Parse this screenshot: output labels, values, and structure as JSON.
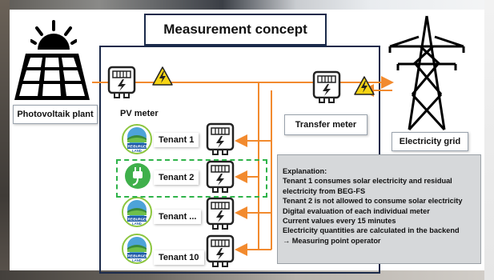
{
  "title": "Measurement concept",
  "labels": {
    "pv_plant": "Photovoltaik plant",
    "pv_meter": "PV meter",
    "transfer_meter": "Transfer meter",
    "grid": "Electricity grid"
  },
  "tenants": [
    {
      "label": "Tenant 1"
    },
    {
      "label": "Tenant 2"
    },
    {
      "label": "Tenant ..."
    },
    {
      "label": "Tenant 10"
    }
  ],
  "logo_text": {
    "top": "FREIBURGER",
    "bottom": "LAND"
  },
  "explanation": {
    "heading": "Explanation:",
    "lines": [
      "Tenant 1 consumes solar electricity and residual",
      "electricity from BEG-FS",
      "Tenant 2 is not allowed to consume solar electricity",
      "Digital evaluation of each individual meter",
      "Current values every 15 minutes",
      "Electricity quantities are calculated in the backend",
      "→ Measuring point operator"
    ]
  },
  "colors": {
    "frame": "#1b2a4a",
    "flow": "#f28a2e",
    "highlight": "#2fb34a",
    "warning": "#f6d414",
    "panel": "#d6d8da"
  },
  "icons": [
    "sun-icon",
    "solar-panel-icon",
    "meter-icon",
    "warning-icon",
    "pylon-icon",
    "plug-icon",
    "logo-icon"
  ]
}
